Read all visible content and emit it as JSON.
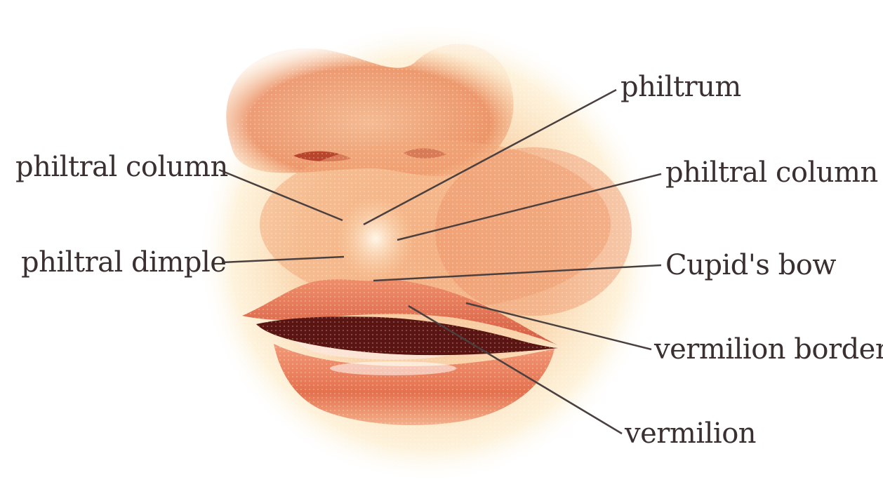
{
  "labels": {
    "philtrum": "philtrum",
    "philtral_column_left": "philtral column",
    "philtral_column_right": "philtral column",
    "philtral_dimple": "philtral dimple",
    "cupids_bow": "Cupid's bow",
    "vermilion_border": "vermilion border",
    "vermilion": "vermilion"
  },
  "colors": {
    "leader_line": "#4a4040",
    "label_text": "#3a3030",
    "skin_light": "#fbd9a8",
    "skin_mid": "#f0a070",
    "skin_dark": "#d9683f",
    "lip": "#e0674a",
    "mouth": "#5a1512",
    "teeth_highlight": "#fbe6dc"
  }
}
